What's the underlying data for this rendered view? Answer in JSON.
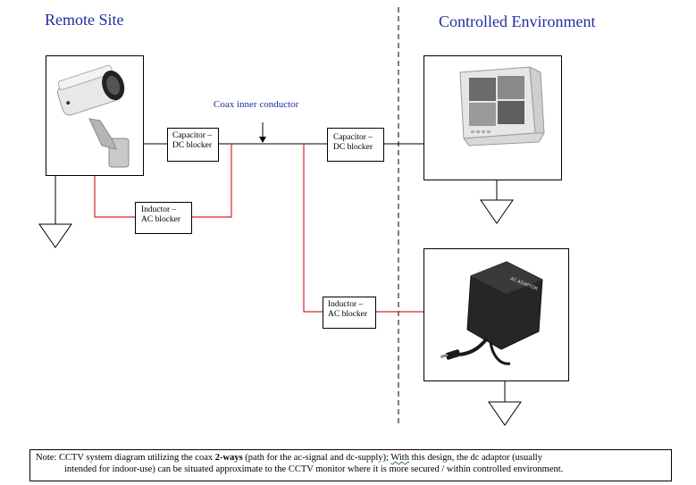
{
  "titles": {
    "left": "Remote Site",
    "right": "Controlled Environment"
  },
  "labels": {
    "coax": "Coax inner conductor"
  },
  "boxes": {
    "cap_left_line1": "Capacitor –",
    "cap_left_line2": "DC blocker",
    "cap_right_line1": "Capacitor –",
    "cap_right_line2": "DC blocker",
    "ind_left_line1": "Inductor –",
    "ind_left_line2": "AC blocker",
    "ind_right_line1": "Inductor –",
    "ind_right_line2": "AC blocker"
  },
  "adaptor_text": "AC ADAPTOR",
  "note": {
    "prefix": "Note: CCTV system diagram utilizing the coax ",
    "bold": "2-ways",
    "middle": " (path for the ac-signal and dc-supply); ",
    "with_word": "With",
    "rest_line1": " this design, the dc adaptor (usually",
    "line2": "intended for indoor-use) can be situated approximate to the CCTV monitor where it is more secured / within controlled environment."
  },
  "colors": {
    "title": "#1f2f9f",
    "dc_path": "#e02020",
    "wire": "#000000"
  },
  "icons": {
    "camera": "cctv-camera-icon",
    "monitor": "cctv-monitor-icon",
    "adaptor": "dc-adaptor-icon",
    "ground": "ground-symbol-icon"
  }
}
